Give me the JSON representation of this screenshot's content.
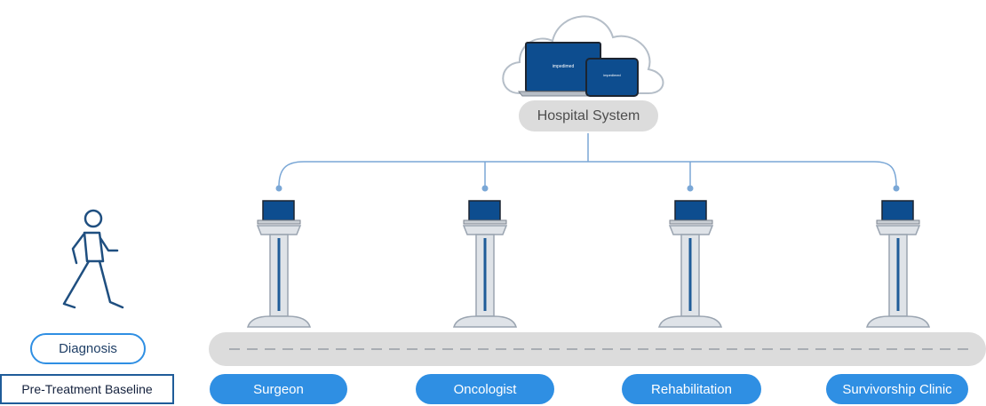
{
  "hospital": {
    "label": "Hospital System",
    "screen_brand": "impedimed"
  },
  "patient": {
    "icon": "walking-person-icon",
    "diagnosis_label": "Diagnosis",
    "baseline_label": "Pre-Treatment Baseline"
  },
  "stages": [
    {
      "label": "Surgeon"
    },
    {
      "label": "Oncologist"
    },
    {
      "label": "Rehabilitation"
    },
    {
      "label": "Survivorship Clinic"
    }
  ],
  "colors": {
    "accent": "#2f8fe3",
    "navy": "#1f5c99",
    "device_screen": "#0d4d8f",
    "connector_line": "#7aa7d6",
    "track": "#dcdcdc",
    "stand": "#dfe3e8",
    "stand_border": "#9aa4b0"
  }
}
